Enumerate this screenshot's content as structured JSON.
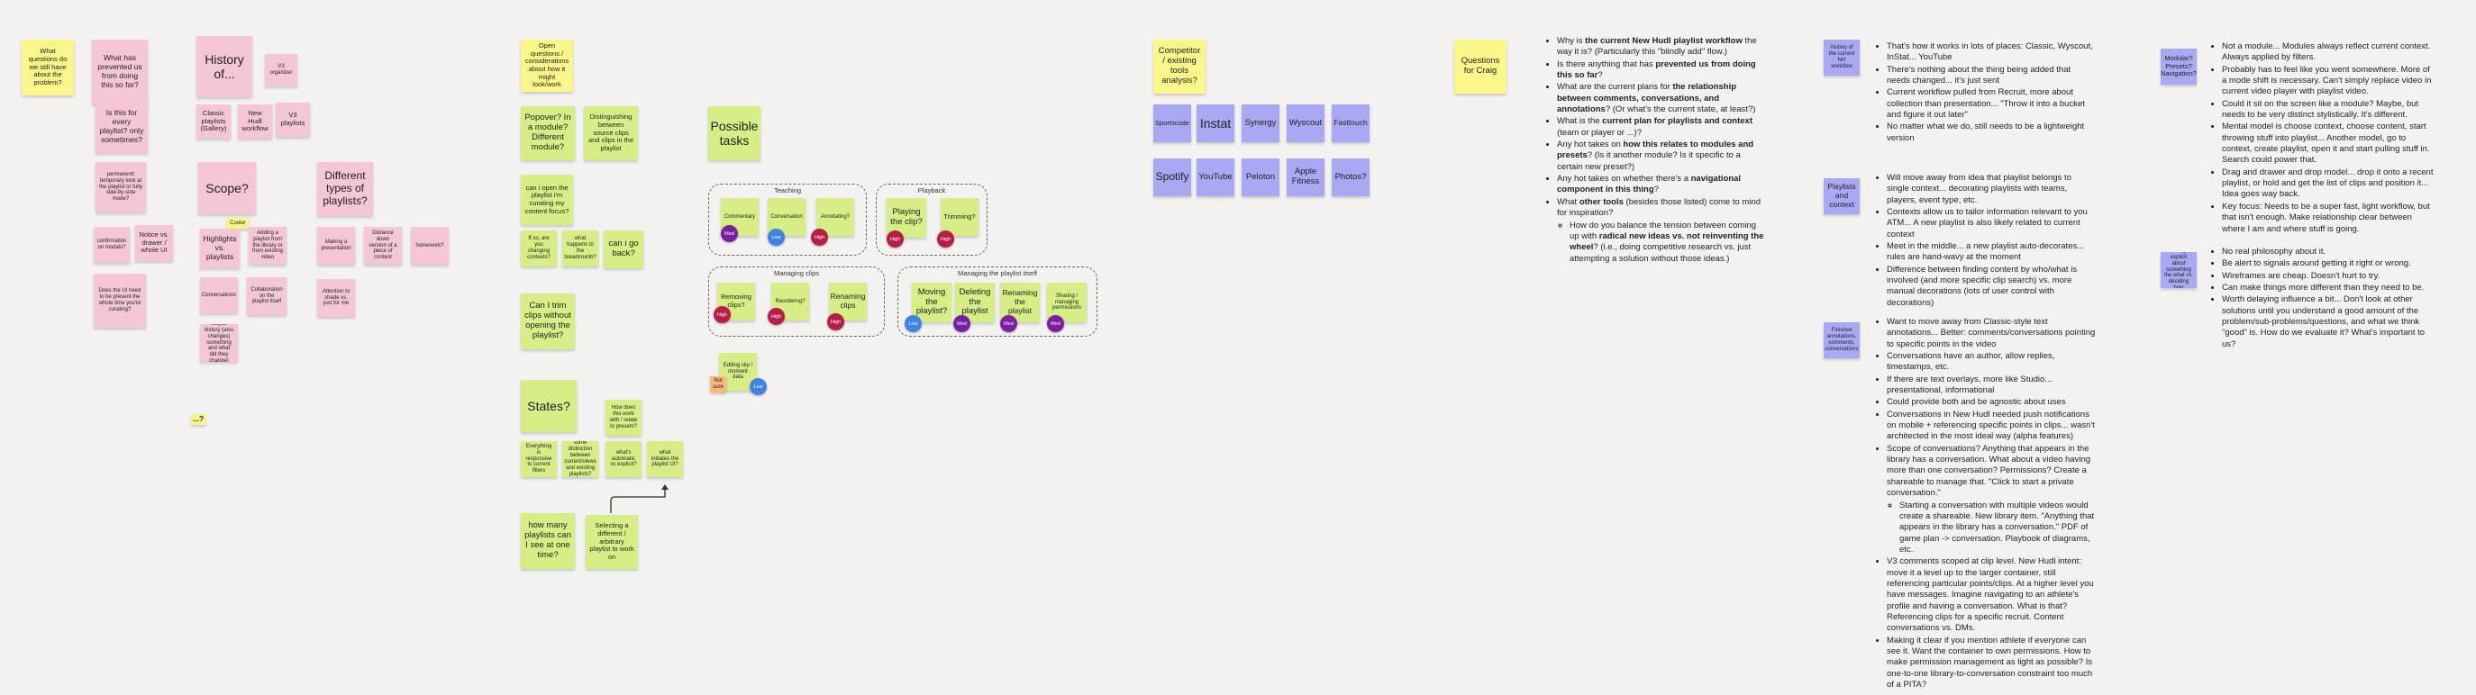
{
  "notes": {
    "what_questions": "What questions do we still have about the problem?",
    "what_prevented": "What has prevented us from doing this so far?",
    "every_playlist": "Is this for every playlist? only sometimes?",
    "permanent": "permanent/ temporary look at the playlist or fully side-by-side mode?",
    "confirmation": "confirmation on modals?",
    "notice_drawer": "Notice vs. drawer / whole UI",
    "does_ui_need": "Does the UI need to be present the whole time you're curating?",
    "history_of": "History of...",
    "v3_organizer": "V3 organizer",
    "classic_playlists": "Classic playlists (Gallery)",
    "new_hudl_workflow": "New Hudl workflow",
    "v3_playlists": "V3 playlists",
    "scope": "Scope?",
    "highlights_vs": "Highlights vs. playlists",
    "cooler_badge": "Cooler",
    "adding_playlist": "Adding a playlist from the library or from existing video",
    "conversations": "Conversations",
    "collaboration": "Collaboration on the playlist itself",
    "maybe_history": "Maybe history (also changes) something and what did they change)",
    "different_types": "Different types of playlists?",
    "making_presentation": "Making a presentation",
    "distance_down": "Distance down version of a piece of content",
    "homework": "homework?",
    "attention_to": "Attention to shade vs. just for me",
    "question_mark": "...?",
    "open_questions": "Open questions / considerations about how it might look/work",
    "popover": "Popover? In a module? Different module?",
    "distinguishing": "Distinguishing between source clips and clips in the playlist",
    "can_i_open": "can i open the playlist i'm curating my content focus?",
    "if_so_changing": "If so, are you changing contexts?",
    "what_happens": "what happens to the breadcrumb?",
    "can_i_go_back": "can i go back?",
    "can_i_trim": "Can I trim clips without opening the playlist?",
    "states": "States?",
    "how_does_this_work": "How does this work with / relate to presets?",
    "everything_responsive": "Everything is responsive to current filters",
    "some_distinction": "some distinction between current/views and existing playlists?",
    "whats_automatic": "what's automatic vs explicit?",
    "what_initiates": "what initiates the playlist UI?",
    "how_many": "how many playlists can I see at one time?",
    "selecting_different": "Selecting a different / arbitrary playlist to work on",
    "possible_tasks": "Possible tasks",
    "competitor": "Competitor / existing tools analysis?",
    "questions_craig": "Questions for Craig",
    "history_current": "History of the current NH workflow",
    "playlists_context": "Playlists and context",
    "finished_annotations": "Finished annotations, comments, conversations",
    "modular_presets": "Modular? Presets? Navigation?",
    "being_explicit": "Being explicit about something the what vs. deciding how"
  },
  "tasks": {
    "teaching_title": "Teaching",
    "commentary": "Commentary",
    "conversation": "Conversation",
    "annotating": "Annotating?",
    "playback_title": "Playback",
    "playing_clip": "Playing the clip?",
    "trimming": "Trimming?",
    "managing_clips_title": "Managing clips",
    "removing_clips": "Removing clips?",
    "reordering": "Reordering?",
    "renaming_clips": "Renaming clips",
    "managing_playlist_title": "Managing the playlist itself",
    "moving_playlist": "Moving the playlist?",
    "deleting_playlist": "Deleting the playlist",
    "renaming_playlist": "Renaming the playlist",
    "sharing_managing": "Sharing / managing permissions",
    "editing_clip": "Editing clip / moment data",
    "not_sure": "Not sure"
  },
  "priority": {
    "high": "High",
    "med": "Med",
    "low": "Low"
  },
  "tools": [
    "Sportscode",
    "Instat",
    "Synergy",
    "Wyscout",
    "Fasttouch",
    "Spotify",
    "YouTube",
    "Peloton",
    "Apple Fitness",
    "Photos?"
  ],
  "craig_questions": [
    {
      "pre": "Why is ",
      "b": "the current New Hudl playlist workflow",
      "post": " the way it is? (Particularly this \"blindly add\" flow.)"
    },
    {
      "pre": "Is there anything that has ",
      "b": "prevented us from doing this so far",
      "post": "?"
    },
    {
      "pre": "What are the current plans for ",
      "b": "the relationship between comments, conversations, and annotations",
      "post": "? (Or what's the current state, at least?)"
    },
    {
      "pre": "What is the ",
      "b": "current plan for playlists and context",
      "post": " (team or player or ...)?"
    },
    {
      "pre": "Any hot takes on ",
      "b": "how this relates to modules and presets",
      "post": "? (Is it another module? Is it specific to a certain new preset?)"
    },
    {
      "pre": "Any hot takes on whether there's a ",
      "b": "navigational component in this thing",
      "post": "?"
    },
    {
      "pre": "What ",
      "b": "other tools",
      "post": " (besides those listed) come to mind for inspiration?"
    }
  ],
  "craig_sub": {
    "pre": "How do you balance the tension between coming up with ",
    "b": "radical new ideas vs. not reinventing the wheel",
    "post": "? (i.e., doing competitive research vs. just attempting a solution without those ideas.)"
  },
  "history_bullets": [
    "That's how it works in lots of places: Classic, Wyscout, InStat... YouTube",
    "There's nothing about the thing being added that needs changed... it's just sent",
    "Current workflow pulled from Recruit, more about collection than presentation... \"Throw it into a bucket and figure it out later\"",
    "No matter what we do, still needs to be a lightweight version"
  ],
  "context_bullets": [
    "Will move away from idea that playlist belongs to single context... decorating playlists with teams, players, event type, etc.",
    "Contexts allow us to tailor information relevant to you ATM... A new playlist is also likely related to current context",
    "Meet in the middle... a new playlist auto-decorates... rules are hand-wavy at the moment",
    "Difference between finding content by who/what is involved (and more specific clip search) vs. more manual decorations (lots of user control with decorations)"
  ],
  "annot_bullets": [
    "Want to move away from Classic-style text annotations... Better: comments/conversations pointing to specific points in the video",
    "Conversations have an author, allow replies, timestamps, etc.",
    "If there are text overlays, more like Studio... presentational, informational",
    "Could provide both and be agnostic about uses",
    "Conversations in New Hudl needed push notifications on mobile + referencing specific points in clips... wasn't architected in the most ideal way (alpha features)",
    "Scope of conversations? Anything that appears in the library has a conversation. What about a video having more than one conversation? Permissions? Create a shareable to manage that. \"Click to start a private conversation.\""
  ],
  "annot_sub": [
    "Starting a conversation with multiple videos would create a shareable. New library item. \"Anything that appears in the library has a conversation.\" PDF of game plan -> conversation. Playbook of diagrams, etc."
  ],
  "annot_bullets2": [
    "V3 comments scoped at clip level. New Hudl intent: move it a level up to the larger container, still referencing particular points/clips. At a higher level you have messages. Imagine navigating to an athlete's profile and having a conversation. What is that? Referencing clips for a specific recruit. Content conversations vs. DMs.",
    "Making it clear if you mention athlete if everyone can see it. Want the container to own permissions. How to make permission management as light as possible? Is one-to-one library-to-conversation constraint too much of a PITA?"
  ],
  "module_bullets": [
    "Not a module... Modules always reflect current context. Always applied by filters.",
    "Probably has to feel like you went somewhere. More of a mode shift is necessary. Can't simply replace video in current video player with playlist video.",
    "Could it sit on the screen like a module? Maybe, but needs to be very distinct stylistically. It's different.",
    "Mental model is choose context, choose content, start throwing stuff into playlist... Another model, go to context, create playlist, open it and start pulling stuff in. Search could power that.",
    "Drag and drawer and drop model... drop it onto a recent playlist, or hold and get the list of clips and position it... Idea goes way back.",
    "Key focus: Needs to be a super fast, light workflow, but that isn't enough. Make relationship clear between where I am and where stuff is going."
  ],
  "explicit_bullets": [
    "No real philosophy about it.",
    "Be alert to signals around getting it right or wrong.",
    "Wireframes are cheap. Doesn't hurt to try.",
    "Can make things more different than they need to be.",
    "Worth delaying influence a bit... Don't look at other solutions until you understand a good amount of the problem/sub-problems/questions, and what we think \"good\" is. How do we evaluate it? What's important to us?"
  ]
}
